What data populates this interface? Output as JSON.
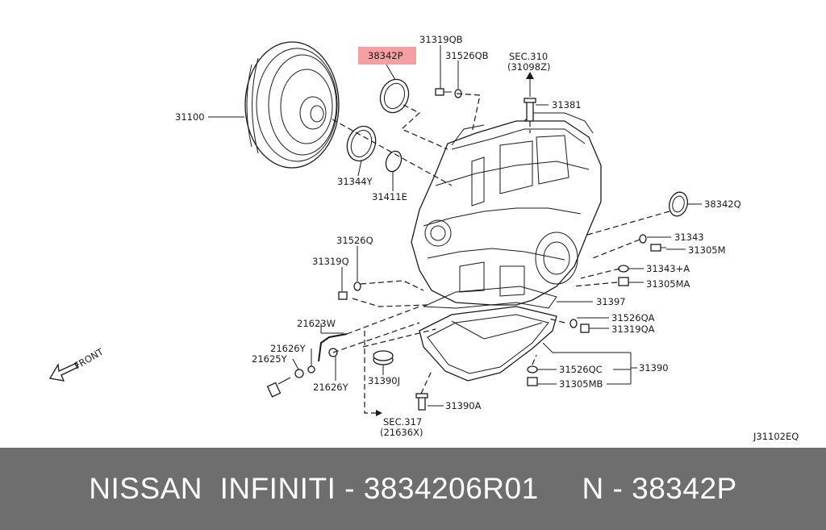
{
  "diagram": {
    "highlight_part": "38342P",
    "highlight_color": "#f4a0a0",
    "ref_code": "J31102EQ",
    "front_label": "FRONT",
    "labels": {
      "p31100": "31100",
      "p38342P": "38342P",
      "p31319QB": "31319QB",
      "p31526QB": "31526QB",
      "sec310": "SEC.310",
      "sec310_sub": "(31098Z)",
      "p31381": "31381",
      "p31344Y": "31344Y",
      "p31411E": "31411E",
      "p38342Q": "38342Q",
      "p31343": "31343",
      "p31305M": "31305M",
      "p31526Q": "31526Q",
      "p31319Q": "31319Q",
      "p31343A": "31343+A",
      "p31305MA": "31305MA",
      "p31397": "31397",
      "p21623W": "21623W",
      "p31526QA": "31526QA",
      "p31319QA": "31319QA",
      "p21626Y_a": "21626Y",
      "p21625Y": "21625Y",
      "p31390": "31390",
      "p31526QC": "31526QC",
      "p31390J": "31390J",
      "p21626Y_b": "21626Y",
      "p31305MB": "31305MB",
      "p31390A": "31390A",
      "sec317": "SEC.317",
      "sec317_sub": "(21636X)"
    }
  },
  "footer": {
    "text": "NISSAN  INFINITI - 3834206R01     N - 38342P",
    "background": "#6e6e6e"
  }
}
